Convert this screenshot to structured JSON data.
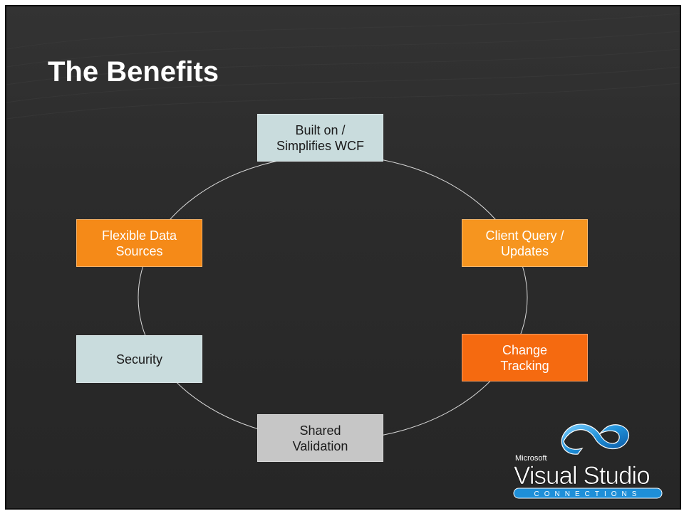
{
  "title": "The Benefits",
  "nodes": [
    {
      "id": "built-on-wcf",
      "label": "Built on /\nSimplifies WCF",
      "fill": "#c9dcdd",
      "text_color": "#1a1a1a"
    },
    {
      "id": "client-query-updates",
      "label": "Client Query /\nUpdates",
      "fill": "#f6951f",
      "text_color": "#ffffff"
    },
    {
      "id": "change-tracking",
      "label": "Change\nTracking",
      "fill": "#f56a10",
      "text_color": "#ffffff"
    },
    {
      "id": "shared-validation",
      "label": "Shared\nValidation",
      "fill": "#c6c6c6",
      "text_color": "#1a1a1a"
    },
    {
      "id": "security",
      "label": "Security",
      "fill": "#c9dcdd",
      "text_color": "#1a1a1a"
    },
    {
      "id": "flexible-data-sources",
      "label": "Flexible Data\nSources",
      "fill": "#f58a18",
      "text_color": "#ffffff"
    }
  ],
  "logo": {
    "brand": "Microsoft",
    "product": "Visual Studio",
    "tagline": "CONNECTIONS",
    "accent": "#1e8fd8"
  },
  "colors": {
    "background": "#2b2b2b",
    "cycle_line": "#d8d8d8"
  }
}
